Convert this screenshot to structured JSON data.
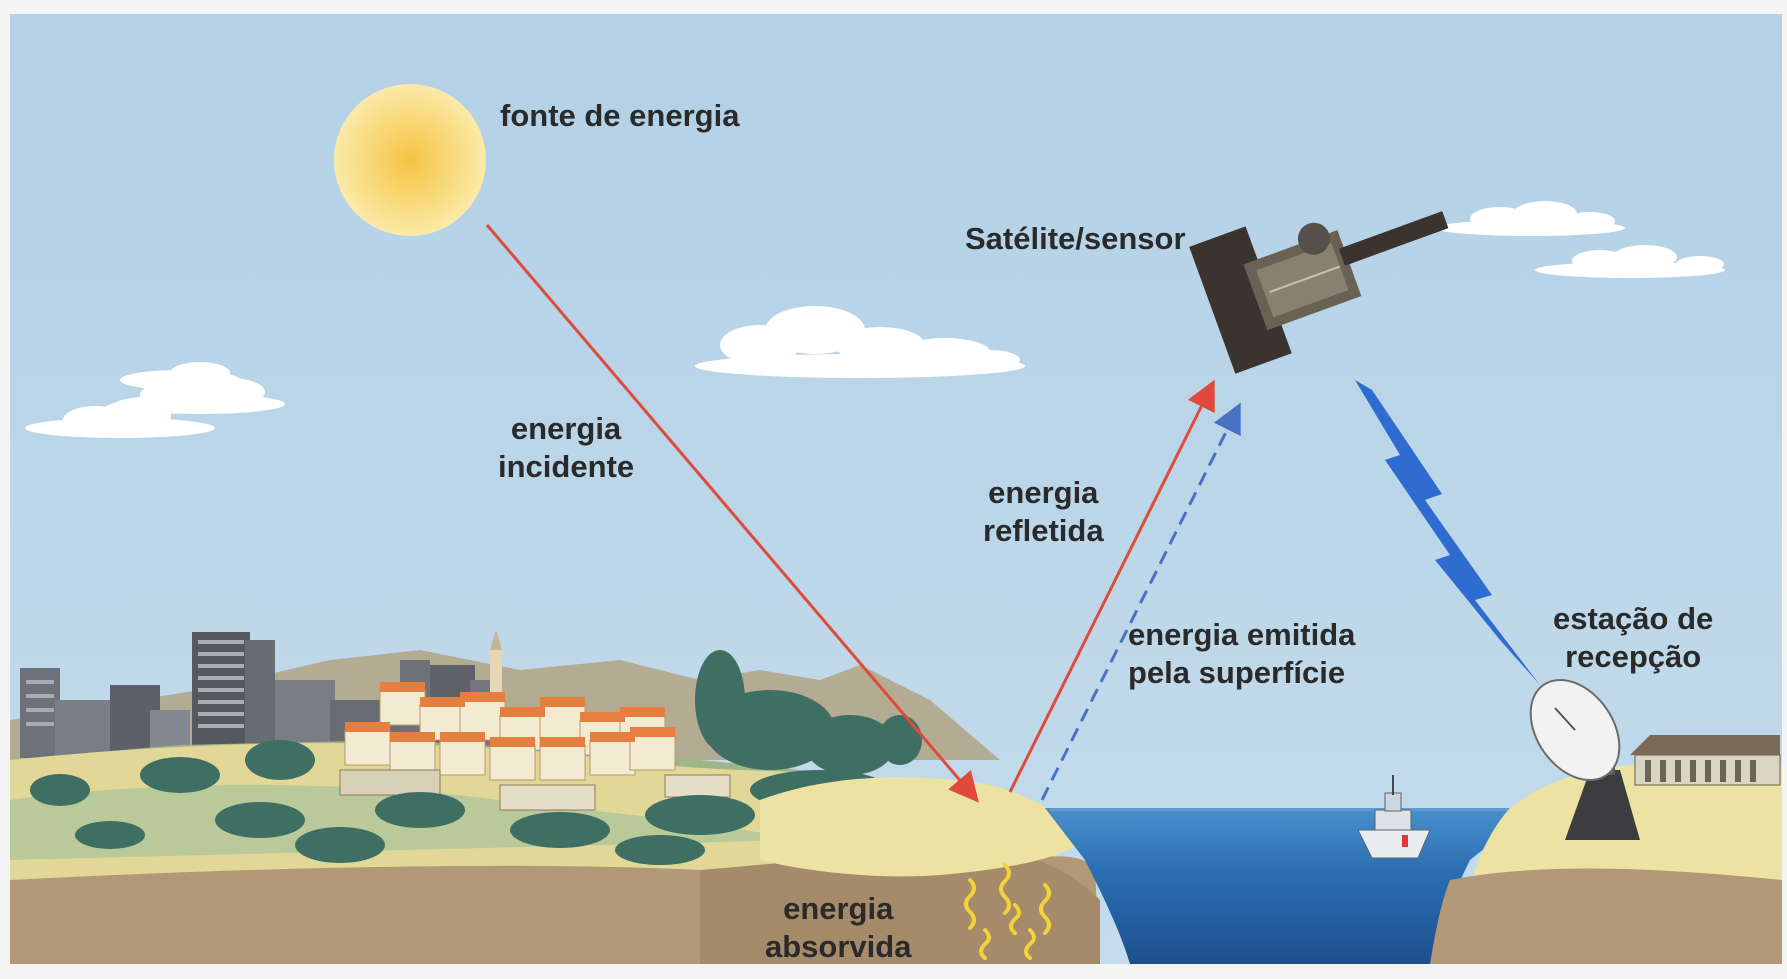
{
  "labels": {
    "source": "fonte de energia",
    "satellite": "Satélite/sensor",
    "incident": [
      "energia",
      "incidente"
    ],
    "reflected": [
      "energia",
      "refletida"
    ],
    "emitted": [
      "energia emitida",
      "pela superfície"
    ],
    "station": [
      "estação de",
      "recepção"
    ],
    "absorbed": [
      "energia",
      "absorvida"
    ]
  },
  "colors": {
    "sky": "#b9d5e8",
    "sun": "#f7d370",
    "incident_arrow": "#e04a3c",
    "reflected_arrow": "#e04a3c",
    "emitted_arrow": "#4a72c4",
    "downlink_bolt": "#2f6ccf",
    "sea": "#2c6fb0",
    "sand": "#ede4a3",
    "soil": "#b79f7e",
    "absorbed_heat": "#f0d23a"
  },
  "icons": [
    "sun-icon",
    "cloud-icon",
    "satellite-icon",
    "lightning-bolt-icon",
    "dish-antenna-icon",
    "ship-icon",
    "city-icon",
    "heat-wave-icon",
    "building-icon"
  ]
}
